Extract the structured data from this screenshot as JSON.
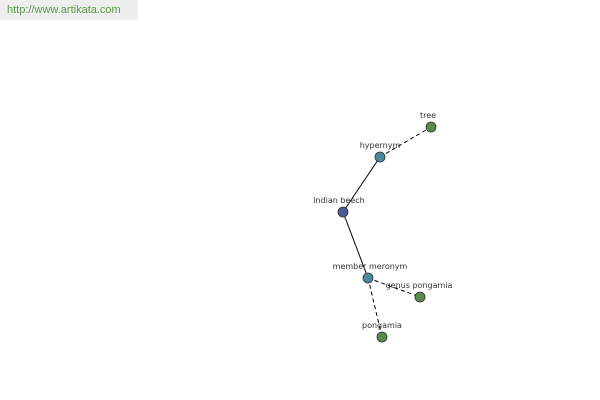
{
  "watermark": {
    "url": "http://www.artikata.com"
  },
  "colors": {
    "root_node": "#4a5a9a",
    "relation_node": "#4a8a9a",
    "term_node": "#5a8a4a",
    "edge": "#000000",
    "node_stroke": "#333333"
  },
  "nodes": {
    "tree": {
      "label": "tree",
      "kind": "term"
    },
    "hypernym": {
      "label": "hypernym",
      "kind": "relation"
    },
    "indian_beech": {
      "label": "indian beech",
      "kind": "root"
    },
    "member_meronym": {
      "label": "member meronym",
      "kind": "relation"
    },
    "genus_pongamia": {
      "label": "genus pongamia",
      "kind": "term"
    },
    "pongamia": {
      "label": "pongamia",
      "kind": "term"
    }
  },
  "edges": [
    {
      "from": "indian_beech",
      "to": "hypernym",
      "style": "solid"
    },
    {
      "from": "hypernym",
      "to": "tree",
      "style": "dashed"
    },
    {
      "from": "indian_beech",
      "to": "member_meronym",
      "style": "solid"
    },
    {
      "from": "member_meronym",
      "to": "genus_pongamia",
      "style": "dashed"
    },
    {
      "from": "member_meronym",
      "to": "pongamia",
      "style": "dashed"
    }
  ]
}
